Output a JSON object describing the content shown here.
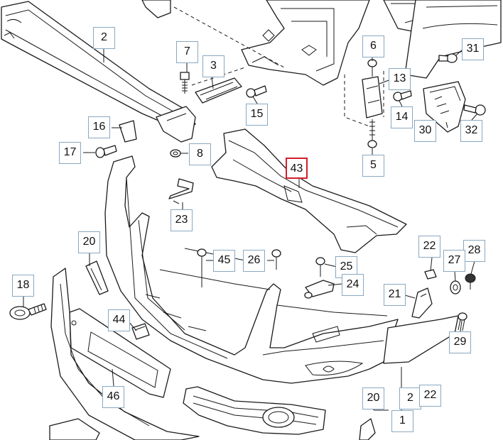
{
  "diagram": {
    "callouts": {
      "c2": "2",
      "c7": "7",
      "c3": "3",
      "c6": "6",
      "c31": "31",
      "c13": "13",
      "c15": "15",
      "c14": "14",
      "c16": "16",
      "c30": "30",
      "c32": "32",
      "c17": "17",
      "c8": "8",
      "c43": "43",
      "c5": "5",
      "c23": "23",
      "c20a": "20",
      "c22a": "22",
      "c28": "28",
      "c27": "27",
      "c45": "45",
      "c26": "26",
      "c25": "25",
      "c18": "18",
      "c24": "24",
      "c21": "21",
      "c44": "44",
      "c29": "29",
      "c46": "46",
      "c20b": "20",
      "c2b": "2",
      "c22b": "22",
      "c1": "1"
    },
    "highlighted_callout": "43",
    "colors": {
      "callout_border": "#8aa8c0",
      "highlight_border": "#d21f2b",
      "line": "#1a1a1a"
    }
  }
}
